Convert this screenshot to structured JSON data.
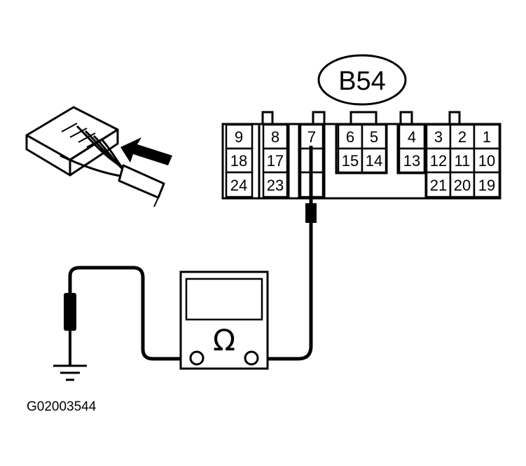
{
  "connector": {
    "label": "B54",
    "pins": [
      "1",
      "2",
      "3",
      "4",
      "5",
      "6",
      "7",
      "8",
      "9",
      "10",
      "11",
      "12",
      "13",
      "14",
      "15",
      "17",
      "18",
      "19",
      "20",
      "21",
      "23",
      "24"
    ],
    "probe_pin": "7"
  },
  "meter": {
    "symbol": "Ω"
  },
  "figure_id": "G02003544",
  "colors": {
    "line": "#000000",
    "background": "#ffffff"
  }
}
